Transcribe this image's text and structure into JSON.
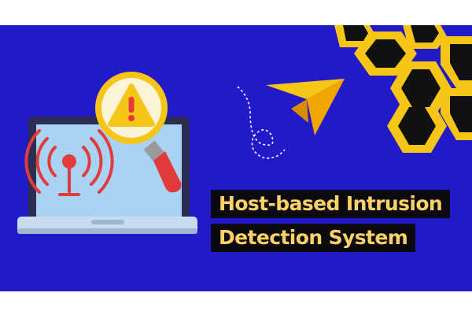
{
  "banner": {
    "title_lines": [
      "Host-based Intrusion",
      "Detection System"
    ],
    "colors": {
      "background": "#2219c9",
      "title_text": "#ffd166",
      "title_box": "#0b0a0f",
      "honeycomb_fill": "#f5c518",
      "honeycomb_core": "#111111",
      "laptop_screen": "#a9d3f5",
      "warning": "#f5c518",
      "alert_red": "#e23b3b"
    },
    "icons": [
      "laptop-icon",
      "wifi-antenna-icon",
      "magnifier-warning-icon",
      "paper-plane-icon",
      "honeycomb-pattern"
    ]
  }
}
